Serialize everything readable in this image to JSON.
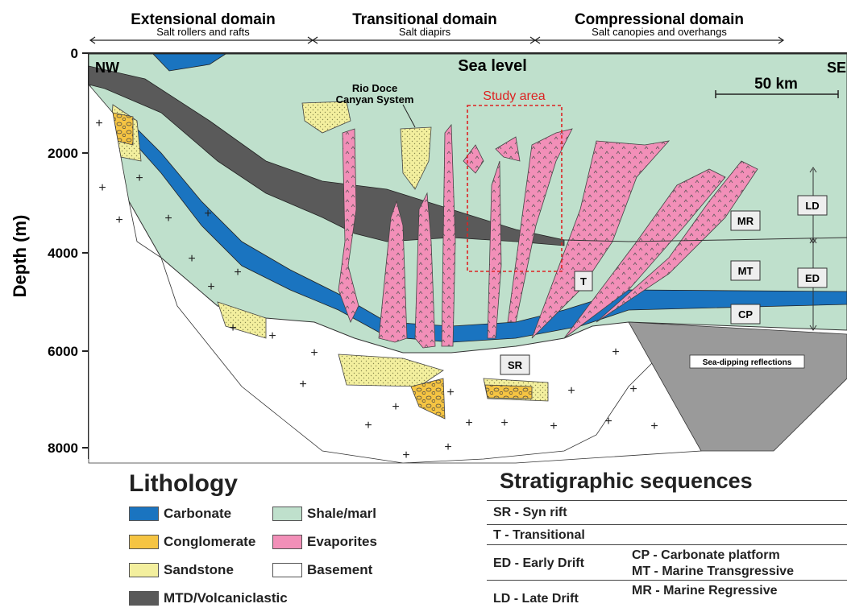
{
  "domains": [
    {
      "name": "Extensional domain",
      "sub": "Salt rollers and rafts"
    },
    {
      "name": "Transitional domain",
      "sub": "Salt diapirs"
    },
    {
      "name": "Compressional domain",
      "sub": "Salt canopies and overhangs"
    }
  ],
  "section": {
    "nw_label": "NW",
    "se_label": "SE",
    "sea_level": "Sea level",
    "scale_bar": "50 km",
    "canyon_label_1": "Rio Doce",
    "canyon_label_2": "Canyan System",
    "study_area": "Study area",
    "sea_dipping": "Sea-dipping reflections",
    "y_axis_label": "Depth (m)",
    "y_ticks": [
      "0",
      "2000",
      "4000",
      "6000",
      "8000"
    ],
    "seq_boxes": {
      "sr": "SR",
      "t": "T",
      "mr": "MR",
      "mt": "MT",
      "ld": "LD",
      "ed": "ED",
      "cp": "CP"
    }
  },
  "colors": {
    "shale": "#bfe0cc",
    "carbonate": "#1a74c0",
    "evaporite": "#f28fb8",
    "sandstone": "#f3ef9e",
    "conglomerate": "#f5c442",
    "mtd": "#5a5a5a",
    "basement": "#ffffff",
    "study_area": "#dd2222"
  },
  "legend": {
    "title": "Lithology",
    "items": [
      {
        "label": "Carbonate",
        "swatch": "carbonate"
      },
      {
        "label": "Shale/marl",
        "swatch": "shale"
      },
      {
        "label": "Conglomerate",
        "swatch": "conglomerate"
      },
      {
        "label": "Evaporites",
        "swatch": "evaporite"
      },
      {
        "label": "Sandstone",
        "swatch": "sandstone"
      },
      {
        "label": "Basement",
        "swatch": "basement"
      },
      {
        "label": "MTD/Volcaniclastic",
        "swatch": "mtd"
      }
    ]
  },
  "stratigraphy": {
    "title": "Stratigraphic sequences",
    "rows": [
      {
        "name": "SR - Syn rift"
      },
      {
        "name": "T - Transitional"
      },
      {
        "name": "ED - Early Drift",
        "subs": [
          "CP - Carbonate platform",
          "MT - Marine Transgressive"
        ]
      },
      {
        "name": "LD - Late Drift",
        "subs": [
          "MR - Marine Regressive"
        ]
      }
    ]
  }
}
